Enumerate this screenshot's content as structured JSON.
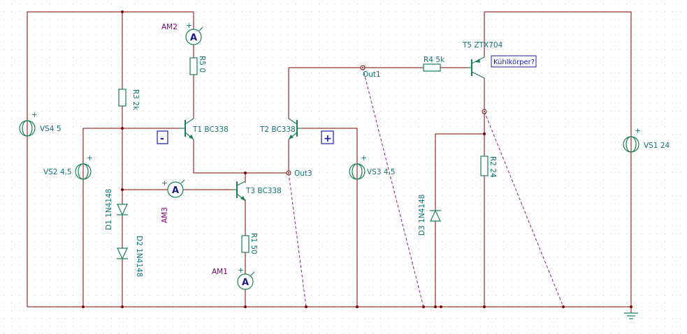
{
  "components": {
    "vs4": "VS4 5",
    "vs2": "VS2 4,5",
    "vs3": "VS3 4,5",
    "vs1": "VS1 24",
    "r3": "R3 2k",
    "r5": "R5 0",
    "r4": "R4 5k",
    "r1": "R1 50",
    "r2": "R2 24",
    "d1": "D1 1N4148",
    "d2": "D2 1N4148",
    "d3": "D3 1N4148",
    "t1": "T1 BC338",
    "t2": "T2 BC338",
    "t3": "T3 BC338",
    "t5": "T5 ZTX704",
    "am1": "AM1",
    "am2": "AM2",
    "am3": "AM3"
  },
  "meter_symbol": "A",
  "plus_sign": "+",
  "nodes": {
    "out1": "Out1",
    "out3": "Out3"
  },
  "annotations": {
    "minus_box": "-",
    "plus_box": "+",
    "heatsink": "Kühlkörper?"
  },
  "colors": {
    "wire": "#800000",
    "component": "#1b7f56",
    "label": "#0f7474",
    "meter_label": "#800080",
    "probe": "#8a1a8a",
    "annotation": "#1a1aa8"
  }
}
